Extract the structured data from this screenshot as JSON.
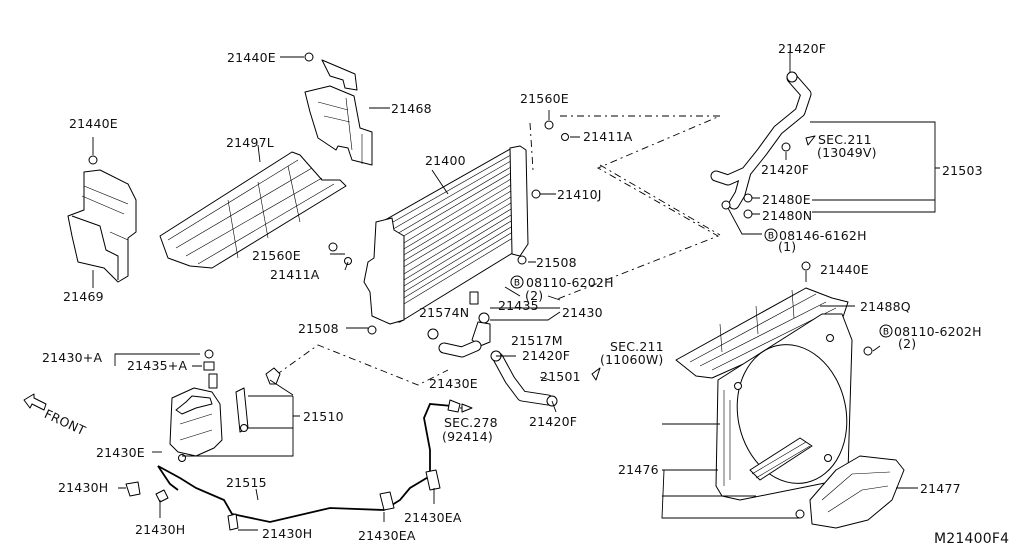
{
  "diagram_code": "M21400F4",
  "front_label": "FRONT",
  "labels": {
    "l21440E_top": "21440E",
    "l21468": "21468",
    "l21440E_left": "21440E",
    "l21497L": "21497L",
    "l21469": "21469",
    "l21560E_top": "21560E",
    "l21411A_top": "21411A",
    "l21400": "21400",
    "l21410J": "21410J",
    "l21560E_mid": "21560E",
    "l21411A_mid": "21411A",
    "l21508_right": "21508",
    "l08110_6202H_a": "08110-6202H",
    "l08110_6202H_a_qty": "(2)",
    "l21435": "21435",
    "l21430": "21430",
    "l21574N": "21574N",
    "l21508_left": "21508",
    "l21517M": "21517M",
    "l21420F_mid": "21420F",
    "l21430A": "21430+A",
    "l21435A": "21435+A",
    "l21510": "21510",
    "l21430E_right": "21430E",
    "l21430E_left": "21430E",
    "l21501": "21501",
    "l21420F_low": "21420F",
    "lsec211_low": "SEC.211",
    "lsec211_low_code": "(11060W)",
    "lsec278": "SEC.278",
    "lsec278_code": "(92414)",
    "l21430H_a": "21430H",
    "l21515": "21515",
    "l21430H_b": "21430H",
    "l21430H_c": "21430H",
    "l21430EA_a": "21430EA",
    "l21430EA_b": "21430EA",
    "l21420F_top": "21420F",
    "lsec211_top": "SEC.211",
    "lsec211_top_code": "(13049V)",
    "l21420F_right": "21420F",
    "l21503": "21503",
    "l21480E": "21480E",
    "l21480N": "21480N",
    "l08146_6162H": "08146-6162H",
    "l08146_6162H_qty": "(1)",
    "l21440E_right": "21440E",
    "l21488Q": "21488Q",
    "l08110_6202H_b": "08110-6202H",
    "l08110_6202H_b_qty": "(2)",
    "l21476": "21476",
    "l21477": "21477"
  },
  "bolt_marker": "B"
}
